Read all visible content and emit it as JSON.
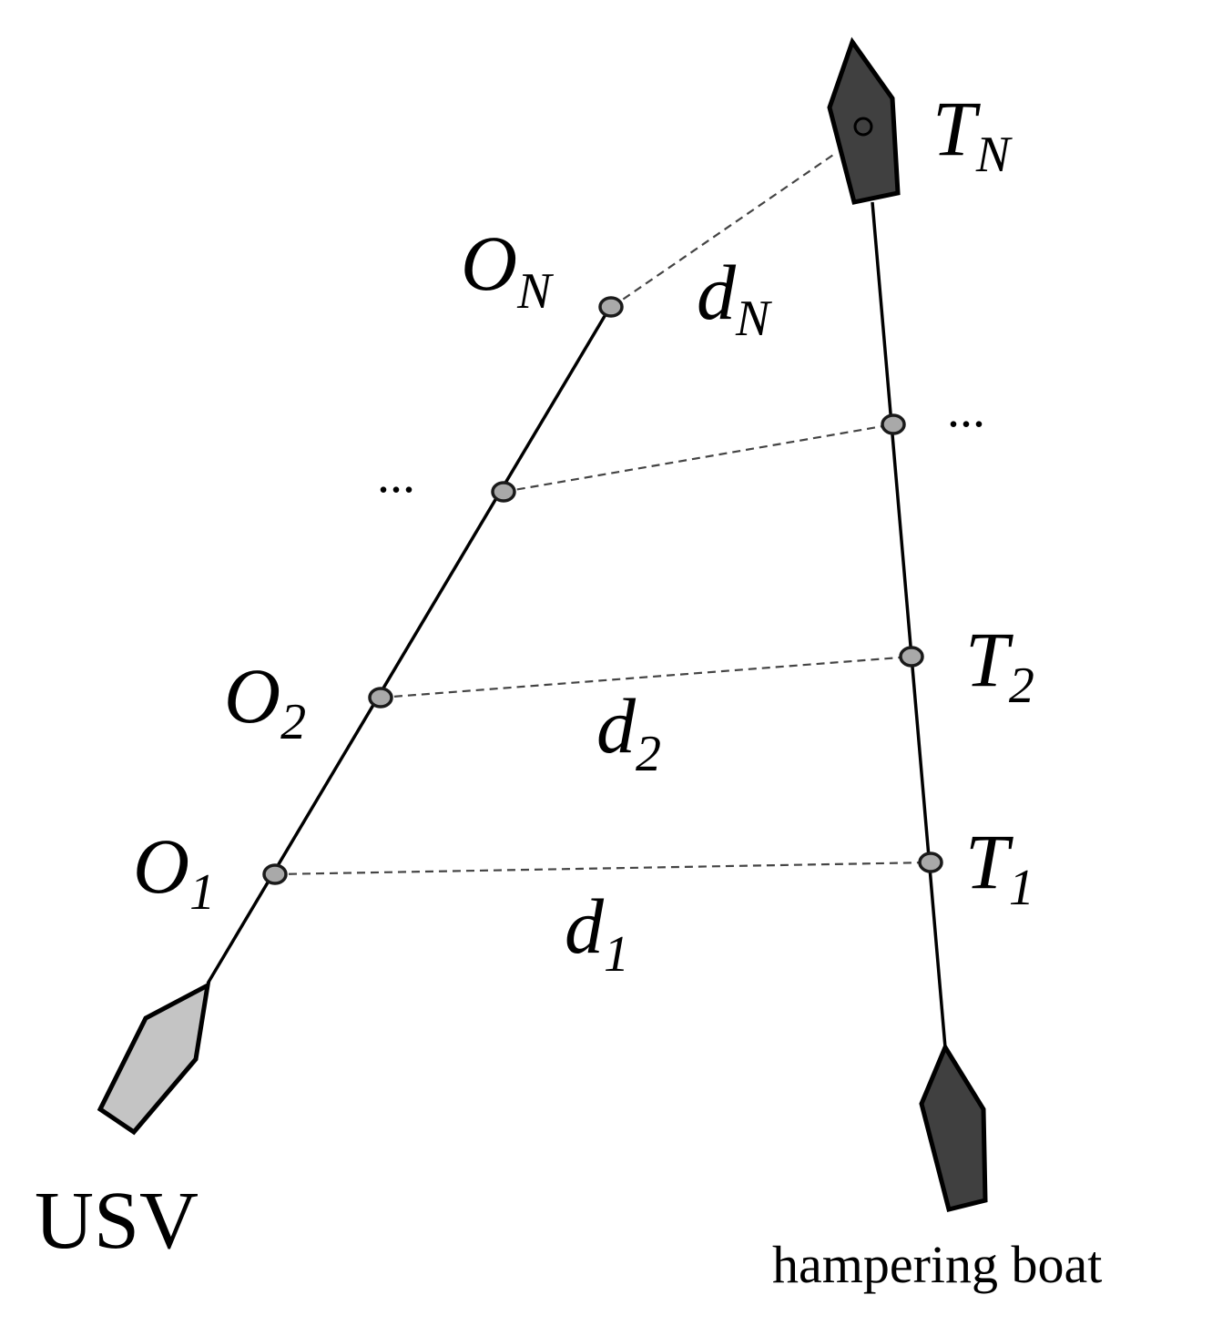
{
  "labels": {
    "o_n": {
      "main": "O",
      "sub": "N"
    },
    "o_2": {
      "main": "O",
      "sub": "2"
    },
    "o_1": {
      "main": "O",
      "sub": "1"
    },
    "t_n": {
      "main": "T",
      "sub": "N"
    },
    "t_2": {
      "main": "T",
      "sub": "2"
    },
    "t_1": {
      "main": "T",
      "sub": "1"
    },
    "d_n": {
      "main": "d",
      "sub": "N"
    },
    "d_2": {
      "main": "d",
      "sub": "2"
    },
    "d_1": {
      "main": "d",
      "sub": "1"
    },
    "ellipsis_usv": "...",
    "ellipsis_boat": "..."
  },
  "captions": {
    "usv": "USV",
    "hampering_boat": "hampering boat"
  },
  "colors": {
    "usv_hull": "#c4c4c4",
    "boat_hull": "#404040",
    "waypoint": "#a9a9a9",
    "track": "#000000",
    "link": "#444444"
  }
}
